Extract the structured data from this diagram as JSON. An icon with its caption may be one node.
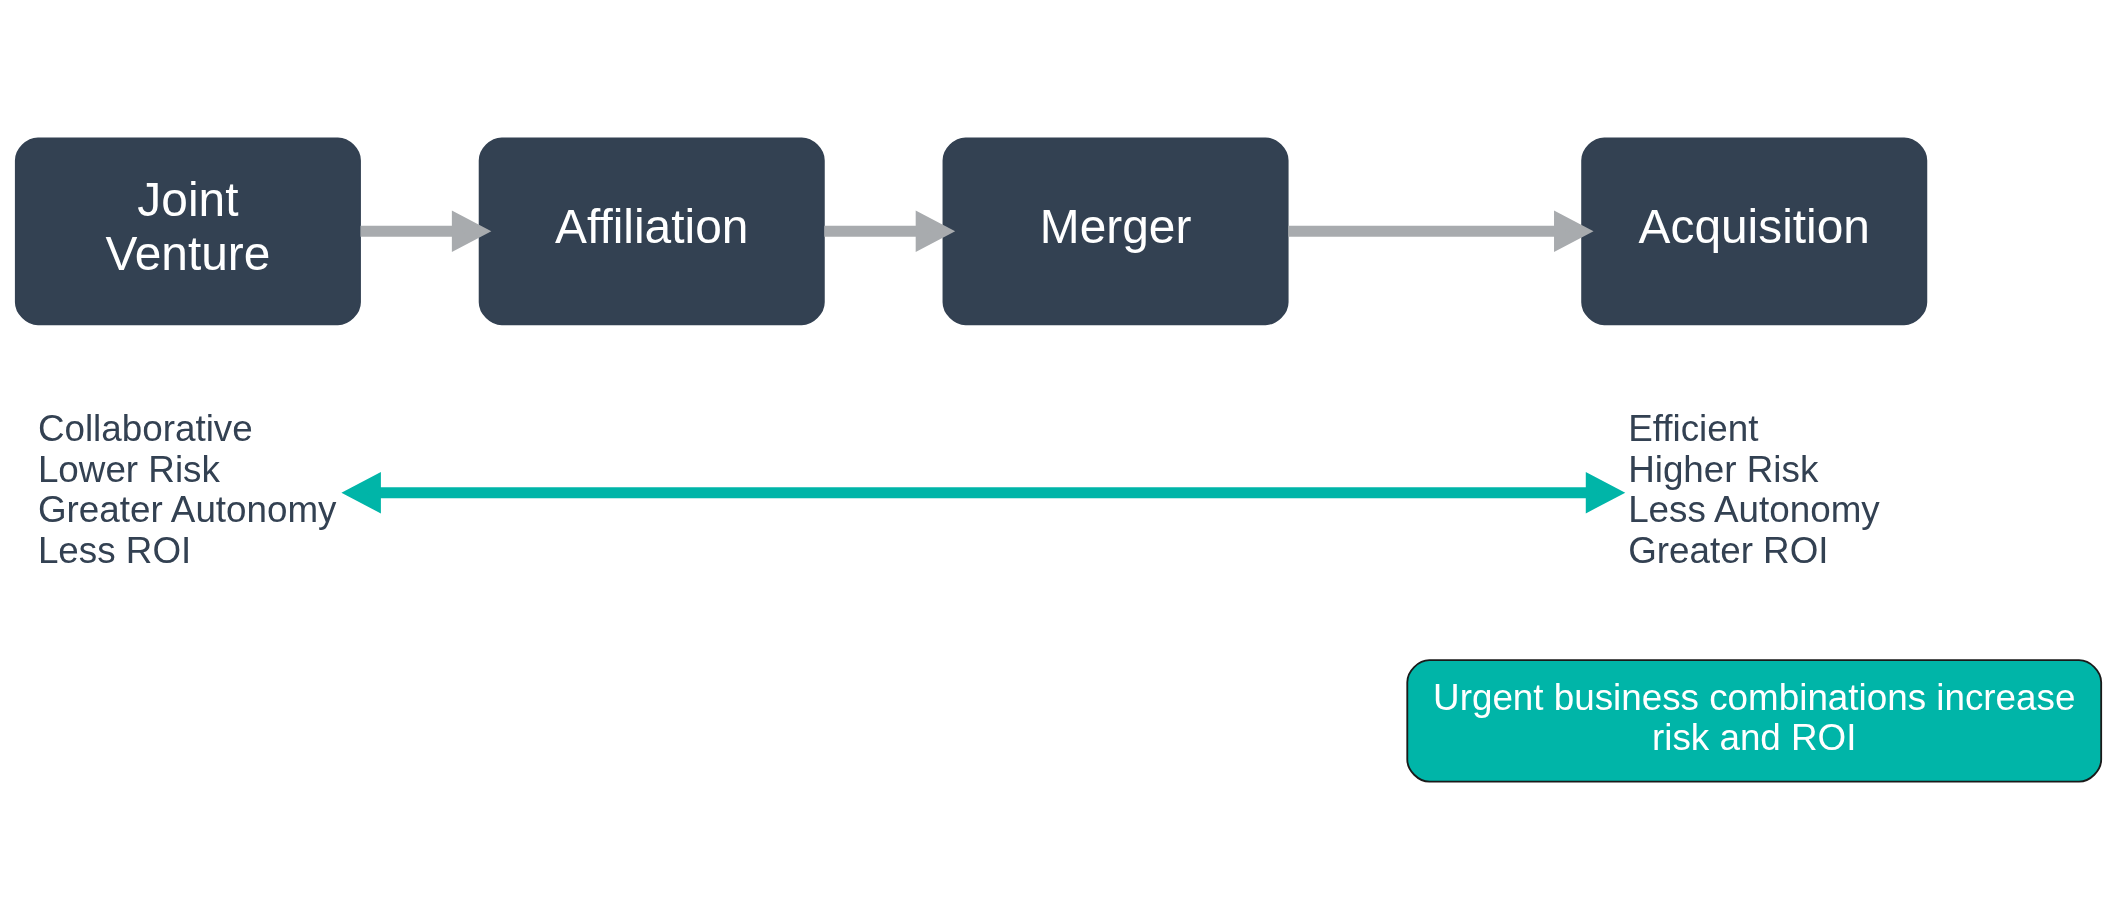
{
  "diagram": {
    "nodes": [
      {
        "text": [
          "Joint Venture"
        ]
      },
      {
        "text": [
          "Affiliation"
        ]
      },
      {
        "text": [
          "Merger"
        ]
      },
      {
        "text": [
          "Acquisition"
        ]
      },
      {
        "text": [
          "Collaborative",
          "Lower Risk",
          "Greater Autonomy",
          "Less ROI"
        ]
      },
      {
        "text": [
          "Efficient",
          "Higher Risk",
          "Less Autonomy",
          "Greater ROI"
        ]
      },
      {
        "text": [
          "Urgent business combinations increase risk and ROI"
        ]
      }
    ],
    "edges": [
      {
        "from": 0,
        "to": 1,
        "arrow": "to"
      },
      {
        "from": 1,
        "to": 2,
        "arrow": "to"
      },
      {
        "from": 2,
        "to": 3,
        "arrow": "to"
      },
      {
        "from": 4,
        "to": 5,
        "arrow": "both",
        "color": "#00b5a8"
      }
    ]
  }
}
